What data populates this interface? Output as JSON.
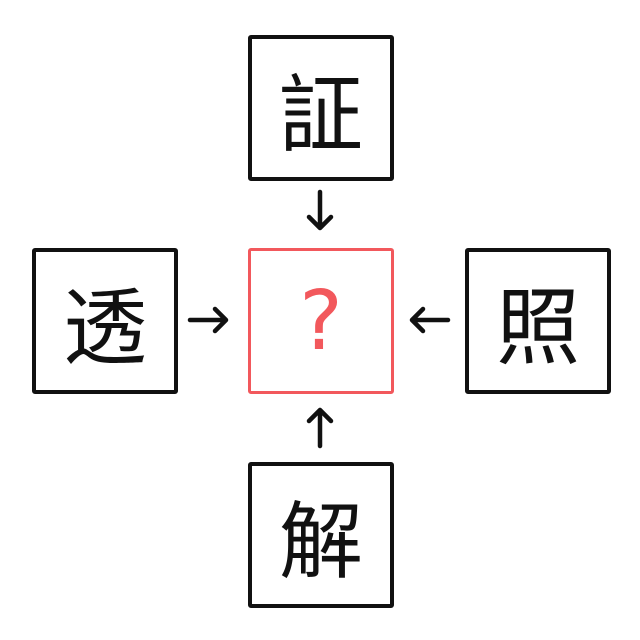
{
  "puzzle": {
    "top": "証",
    "left": "透",
    "right": "照",
    "bottom": "解",
    "answer_placeholder": "?"
  },
  "colors": {
    "answer": "#f2585c",
    "border": "#111111"
  }
}
